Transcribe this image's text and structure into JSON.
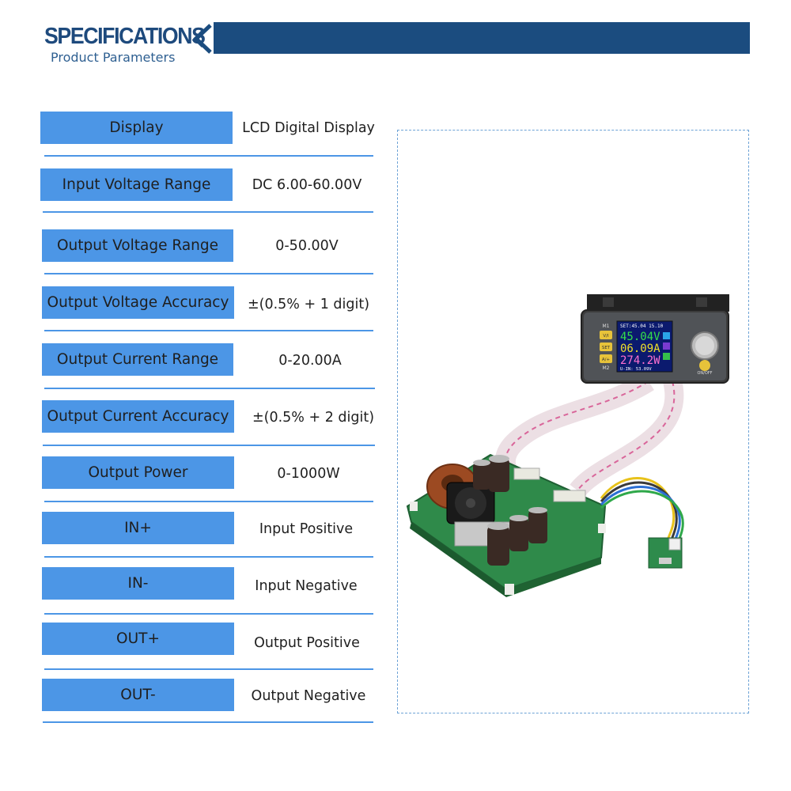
{
  "header": {
    "title": "SPECIFICATIONS",
    "subtitle": "Product Parameters"
  },
  "specs": [
    {
      "key": "Display",
      "value": "LCD Digital Display"
    },
    {
      "key": "Input Voltage Range",
      "value": "DC 6.00-60.00V"
    },
    {
      "key": "Output Voltage Range",
      "value": "0-50.00V"
    },
    {
      "key": "Output Voltage Accuracy",
      "value": "±(0.5% + 1 digit)"
    },
    {
      "key": "Output Current Range",
      "value": "0-20.00A"
    },
    {
      "key": "Output Current Accuracy",
      "value": "±(0.5% + 2 digit)"
    },
    {
      "key": "Output Power",
      "value": "0-1000W"
    },
    {
      "key": "IN+",
      "value": "Input Positive"
    },
    {
      "key": "IN-",
      "value": "Input Negative"
    },
    {
      "key": "OUT+",
      "value": "Output Positive"
    },
    {
      "key": "OUT-",
      "value": "Output Negative"
    }
  ],
  "device": {
    "buttons": {
      "m1": "M1",
      "vi": "V/I",
      "set": "SET",
      "ai": "A/+",
      "m2": "M2"
    },
    "lcd": {
      "set_line": "SET:45.04 15.10",
      "voltage": "45.04V",
      "current": "06.09A",
      "power": "274.2W",
      "input_line": "U-IN: 53.09V"
    },
    "switch_label": "ON/OFF"
  },
  "colors": {
    "header_bar": "#1b4c7f",
    "title": "#1e4a7d",
    "key_fill": "#4c96e6",
    "frame_border": "#6ea3d6"
  }
}
